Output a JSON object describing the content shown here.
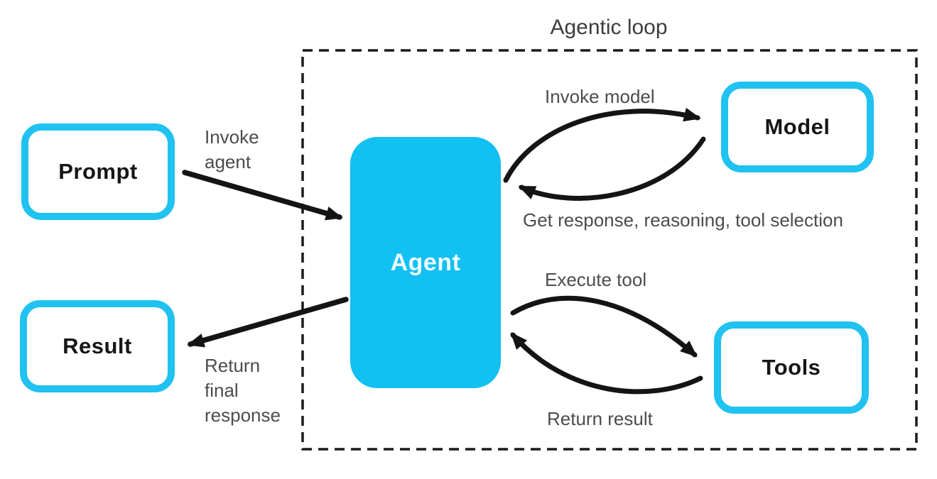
{
  "diagram": {
    "title": "Agentic loop",
    "nodes": {
      "prompt": {
        "label": "Prompt"
      },
      "result": {
        "label": "Result"
      },
      "agent": {
        "label": "Agent"
      },
      "model": {
        "label": "Model"
      },
      "tools": {
        "label": "Tools"
      }
    },
    "edges": {
      "invoke_agent": {
        "label": "Invoke agent",
        "from": "Prompt",
        "to": "Agent"
      },
      "return_final_response": {
        "label": "Return final response",
        "from": "Agent",
        "to": "Result"
      },
      "invoke_model": {
        "label": "Invoke model",
        "from": "Agent",
        "to": "Model"
      },
      "get_response": {
        "label": "Get response, reasoning, tool selection",
        "from": "Model",
        "to": "Agent"
      },
      "execute_tool": {
        "label": "Execute tool",
        "from": "Agent",
        "to": "Tools"
      },
      "return_result": {
        "label": "Return result",
        "from": "Tools",
        "to": "Agent"
      }
    },
    "colors": {
      "accent_cyan_border": "#1fc2f1",
      "agent_fill": "#12c0f1",
      "arrow_black": "#141414",
      "label_gray": "#4c4c4c",
      "title_gray": "#3d3d3d",
      "node_text": "#161616",
      "agent_text": "#eefbff"
    }
  }
}
